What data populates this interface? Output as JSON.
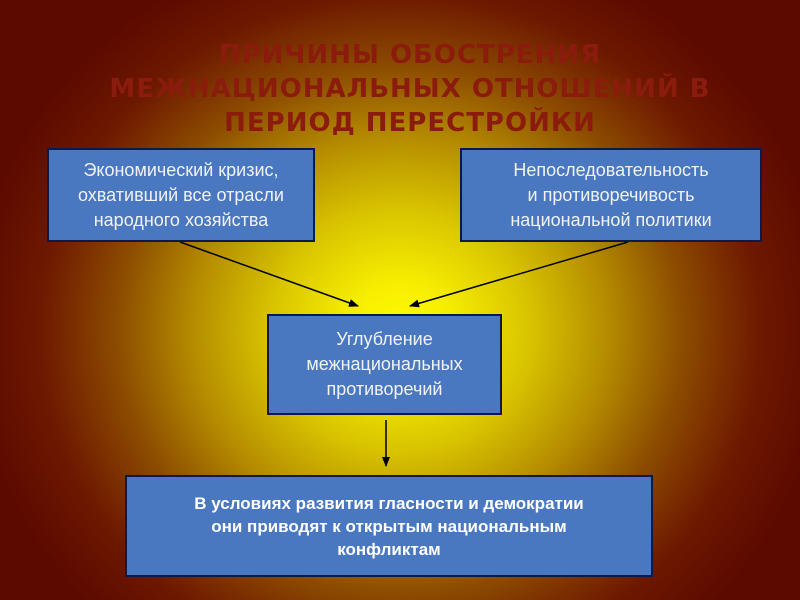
{
  "title": {
    "line1": "ПРИЧИНЫ ОБОСТРЕНИЯ",
    "line2": "МЕЖНАЦИОНАЛЬНЫХ ОТНОШЕНИЙ В",
    "line3": "ПЕРИОД ПЕРЕСТРОЙКИ"
  },
  "colors": {
    "box_fill": "#4a78c0",
    "box_border": "#0c1a4a",
    "title": "#8b1b0c",
    "background_center": "#fffb00",
    "background_edge": "#5c0a00"
  },
  "boxes": {
    "cause_economic": {
      "line1": "Экономический кризис,",
      "line2": "охвативший все отрасли",
      "line3": "народного хозяйства"
    },
    "cause_policy": {
      "line1": "Непоследовательность",
      "line2": "и противоречивость",
      "line3": "национальной политики"
    },
    "result_contradictions": {
      "line1": "Углубление",
      "line2": "межнациональных",
      "line3": "противоречий"
    },
    "conclusion": {
      "line1": "В условиях развития гласности и демократии",
      "line2": "они приводят к открытым национальным",
      "line3": "конфликтам"
    }
  }
}
